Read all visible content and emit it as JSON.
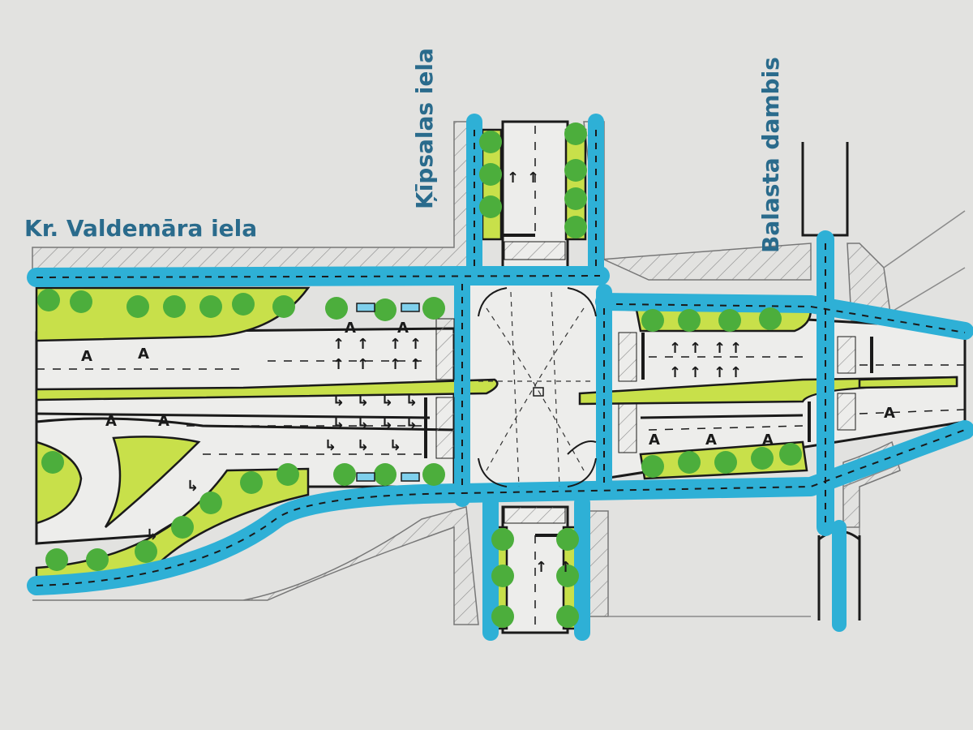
{
  "streets": {
    "valdemara": "Kr. Valdemāra iela",
    "kipsalas": "Ķīpsalas iela",
    "balasta": "Balasta dambis"
  },
  "colors": {
    "paper": "#e2e2e0",
    "road": "#ededeb",
    "sidewalk": "#2eb0d6",
    "green": "#c8e04a",
    "tree": "#4cae3c",
    "ink": "#1a1a1a",
    "label": "#2a6b8c"
  },
  "markings": {
    "left_arrow_glyph": "A",
    "through_arrow_glyph": "↑",
    "right_arrow_glyph": "↳"
  }
}
